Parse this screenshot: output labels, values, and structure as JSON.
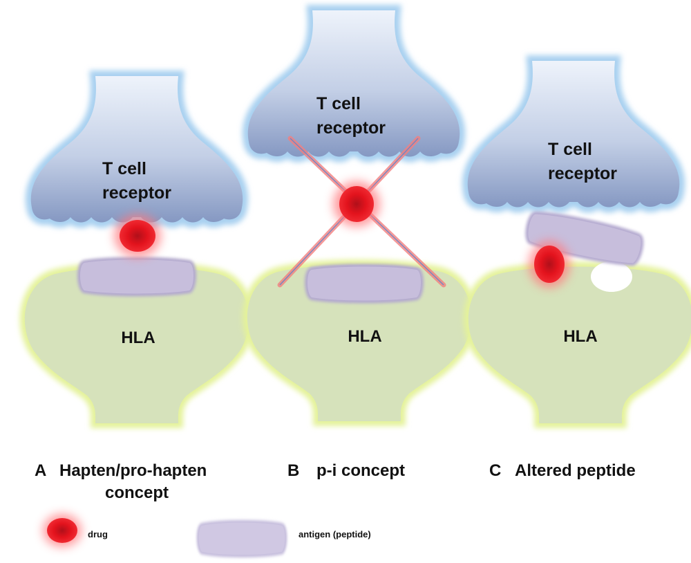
{
  "panels": [
    {
      "letter": "A",
      "caption_line1": "Hapten/pro-hapten",
      "caption_line2": "concept",
      "tcr_line1": "T cell",
      "tcr_line2": "receptor",
      "hla": "HLA"
    },
    {
      "letter": "B",
      "caption_line1": "p-i concept",
      "caption_line2": "",
      "tcr_line1": "T cell",
      "tcr_line2": "receptor",
      "hla": "HLA"
    },
    {
      "letter": "C",
      "caption_line1": "Altered peptide",
      "caption_line2": "",
      "tcr_line1": "T cell",
      "tcr_line2": "receptor",
      "hla": "HLA"
    }
  ],
  "legend": {
    "drug": "drug",
    "antigen": "antigen (peptide)"
  },
  "colors": {
    "tcr_fill": "#9aaed0",
    "tcr_glow": "#a9d0ee",
    "hla_fill": "#d5e1b9",
    "hla_glow": "#e6f29a",
    "peptide_fill": "#c6bedb",
    "peptide_edge": "#9a8fba",
    "drug_core": "#e0141d",
    "drug_glow": "#ff6a70",
    "cross_red": "#f07070",
    "cross_blue": "#6f86c8"
  }
}
